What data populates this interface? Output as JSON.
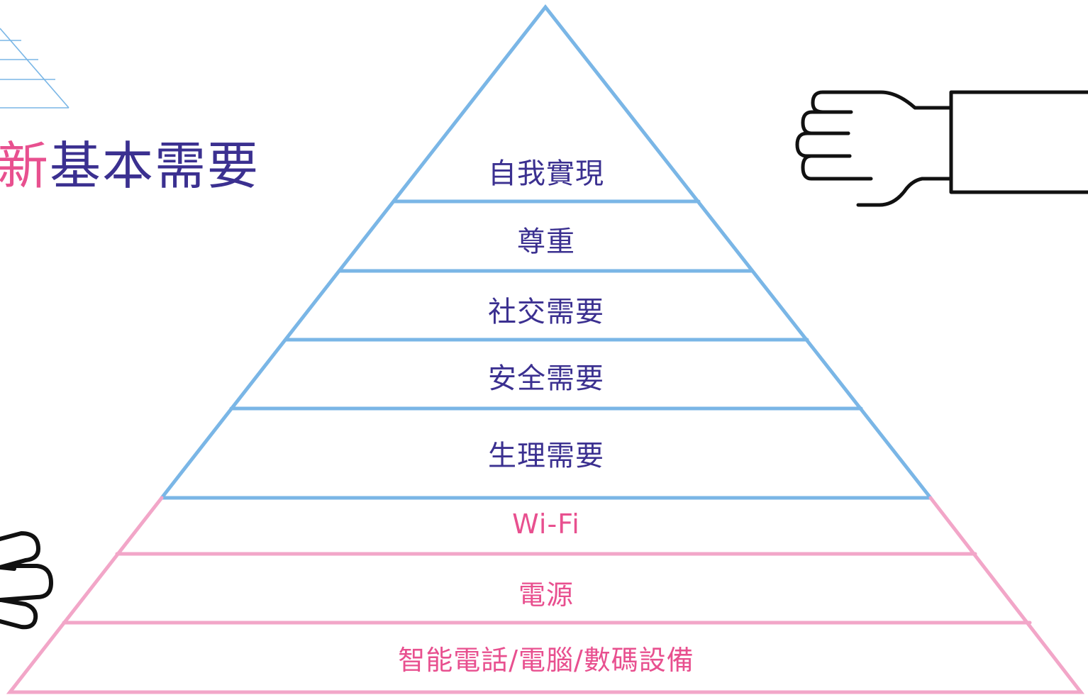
{
  "title": {
    "accent": "新",
    "rest": "基本需要"
  },
  "colors": {
    "title_accent": "#e8508f",
    "title_rest": "#3b3090",
    "blue_outline": "#7ab6e6",
    "pink_outline": "#f2a6c8",
    "blue_text": "#3b3090",
    "pink_text": "#e8508f",
    "hand_outline": "#111111"
  },
  "pyramid": {
    "blue_levels": [
      "自我實現",
      "尊重",
      "社交需要",
      "安全需要",
      "生理需要"
    ],
    "pink_levels": [
      "Wi-Fi",
      "電源",
      "智能電話/電腦/數碼設備"
    ]
  },
  "icons": {
    "corner_pyramid": "mini-pyramid-icon",
    "right_hand": "pointing-hand-icon",
    "left_hand": "fingers-icon"
  }
}
